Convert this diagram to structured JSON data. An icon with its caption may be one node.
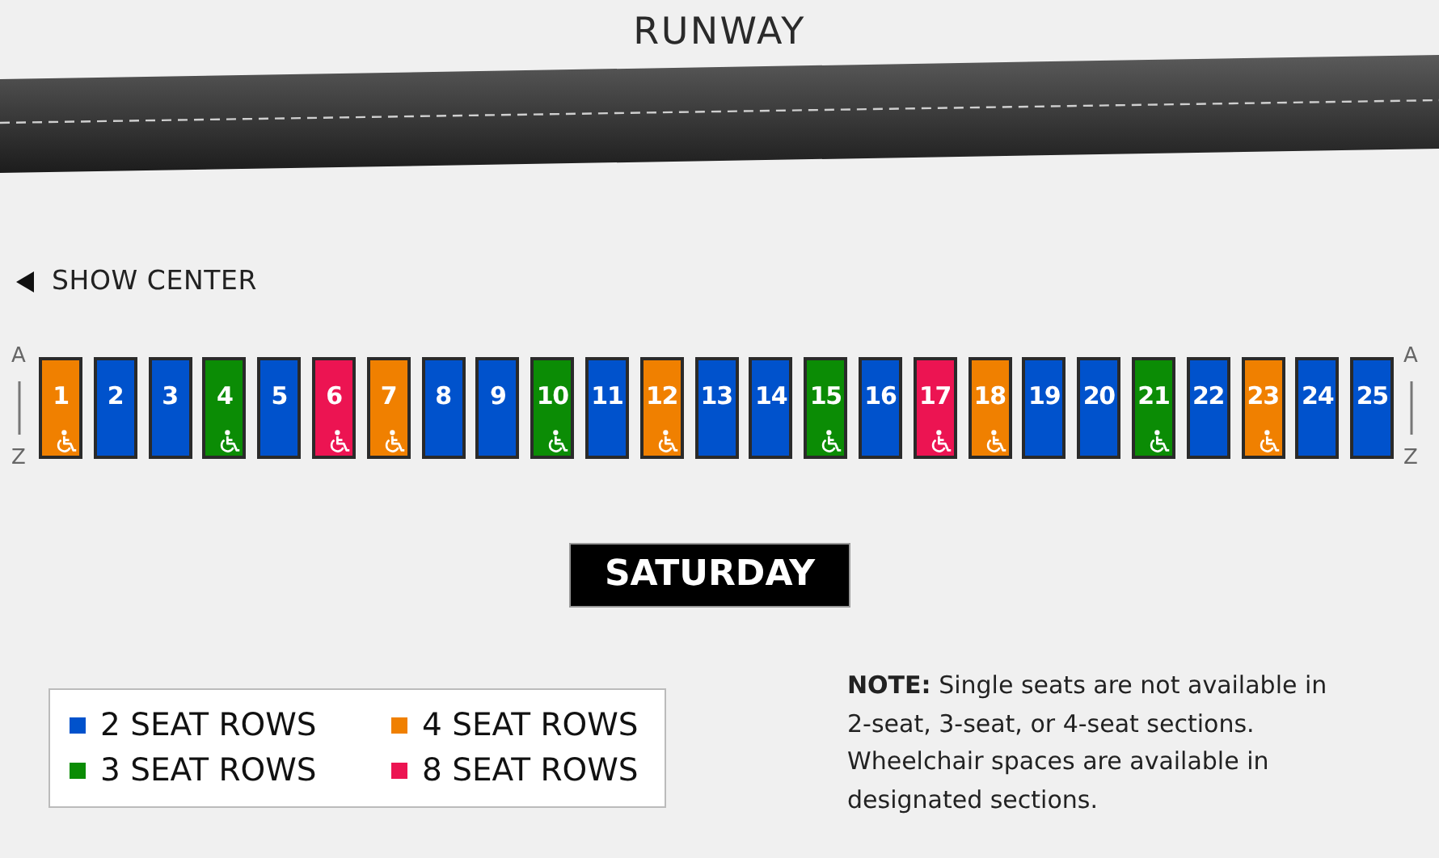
{
  "diagram": {
    "nodes": [
      {
        "text": [
          "1"
        ]
      },
      {
        "text": [
          "2"
        ]
      },
      {
        "text": [
          "3"
        ]
      },
      {
        "text": [
          "4"
        ]
      },
      {
        "text": [
          "5"
        ]
      },
      {
        "text": [
          "6"
        ]
      },
      {
        "text": [
          "7"
        ]
      },
      {
        "text": [
          "8"
        ]
      },
      {
        "text": [
          "9"
        ]
      },
      {
        "text": [
          "10"
        ]
      },
      {
        "text": [
          "11"
        ]
      },
      {
        "text": [
          "12"
        ]
      },
      {
        "text": [
          "13"
        ]
      },
      {
        "text": [
          "14"
        ]
      },
      {
        "text": [
          "15"
        ]
      },
      {
        "text": [
          "16"
        ]
      },
      {
        "text": [
          "17"
        ]
      },
      {
        "text": [
          "18"
        ]
      },
      {
        "text": [
          "19"
        ]
      },
      {
        "text": [
          "20"
        ]
      },
      {
        "text": [
          "21"
        ]
      },
      {
        "text": [
          "22"
        ]
      },
      {
        "text": [
          "23"
        ]
      },
      {
        "text": [
          "24"
        ]
      },
      {
        "text": [
          "25"
        ]
      },
      {
        "text": [
          "SATURDAY"
        ]
      }
    ],
    "labels": [
      "RUNWAY",
      "SHOW CENTER",
      "A",
      "Z",
      "A",
      "Z",
      "**NOTE:** Single seats are not available in 2-seat, 3-seat, or 4-seat sections. Wheelchair spaces are available in designated sections."
    ],
    "legend": [
      {
        "text": "2 SEAT ROWS",
        "color": "#0052cc"
      },
      {
        "text": "3 SEAT ROWS",
        "color": "#0b8c05"
      },
      {
        "text": "4 SEAT ROWS",
        "color": "#f08000"
      },
      {
        "text": "8 SEAT ROWS",
        "color": "#ec1452"
      }
    ]
  }
}
